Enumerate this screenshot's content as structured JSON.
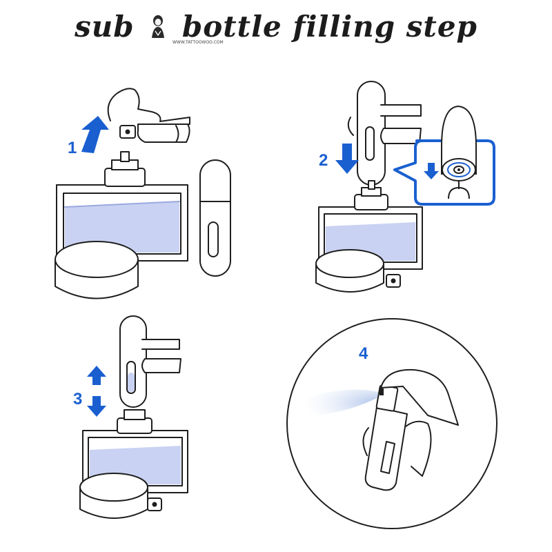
{
  "title": {
    "part1": "sub",
    "part2": "bottle filling step",
    "watermark": "WWW.TATTOOWOO.COM"
  },
  "steps": [
    {
      "number": "1"
    },
    {
      "number": "2"
    },
    {
      "number": "3"
    },
    {
      "number": "4"
    }
  ],
  "colors": {
    "accent": "#1a5fd0",
    "liquid": "#c9d2f2",
    "outline": "#1e1e1e",
    "spray": "#bfd0ef"
  },
  "icons": [
    "arrow-up-icon",
    "arrow-down-icon",
    "zoom-callout-icon",
    "spray-mist-icon"
  ]
}
